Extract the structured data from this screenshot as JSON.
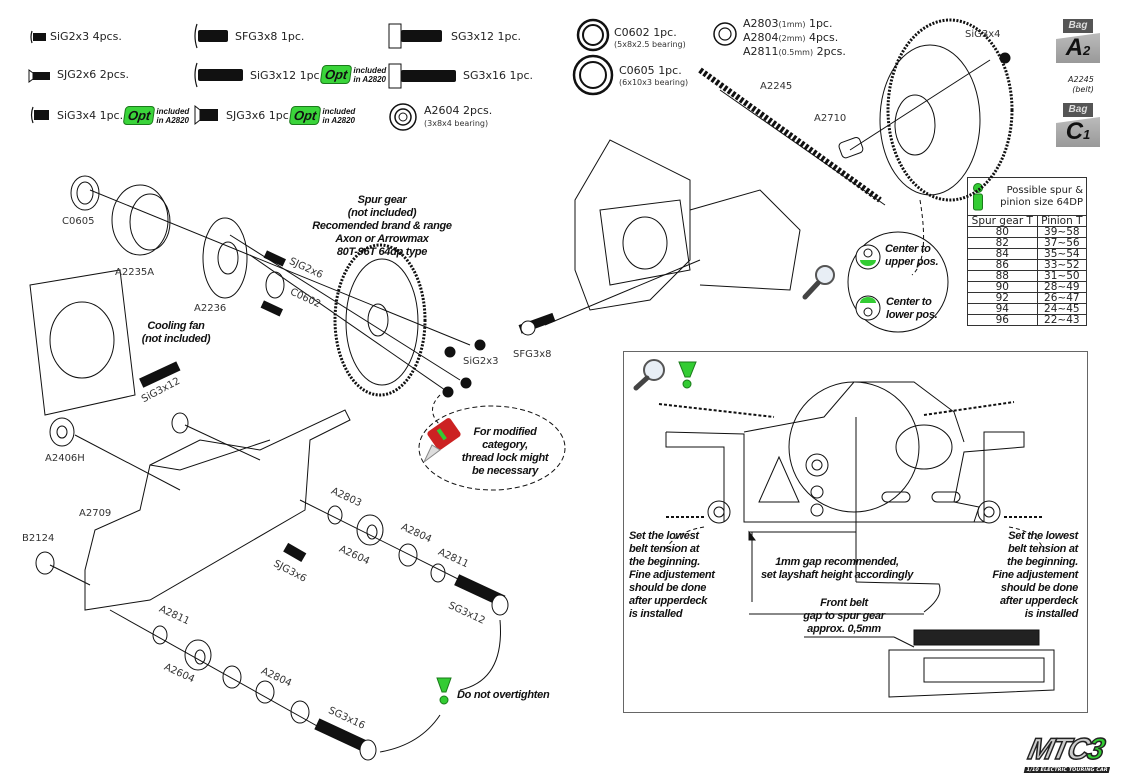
{
  "hardware": [
    {
      "code": "SiG2x3",
      "qty": "4pcs."
    },
    {
      "code": "SJG2x6",
      "qty": "2pcs."
    },
    {
      "code": "SiG3x4",
      "qty": "1pc.",
      "opt": true
    },
    {
      "code": "SFG3x8",
      "qty": "1pc."
    },
    {
      "code": "SiG3x12",
      "qty": "1pc.",
      "opt": true
    },
    {
      "code": "SJG3x6",
      "qty": "1pc.",
      "opt": true
    },
    {
      "code": "SG3x12",
      "qty": "1pc."
    },
    {
      "code": "SG3x16",
      "qty": "1pc."
    },
    {
      "code": "A2604",
      "qty": "2pcs.",
      "spec": "(3x8x4 bearing)"
    },
    {
      "code": "C0602",
      "qty": "1pc.",
      "spec": "(5x8x2.5 bearing)"
    },
    {
      "code": "C0605",
      "qty": "1pc.",
      "spec": "(6x10x3 bearing)"
    }
  ],
  "opt_badge": {
    "label": "Opt",
    "line1": "included",
    "line2": "in A2820"
  },
  "shims": [
    {
      "code": "A2803",
      "size": "(1mm)",
      "qty": "1pc."
    },
    {
      "code": "A2804",
      "size": "(2mm)",
      "qty": "4pcs."
    },
    {
      "code": "A2811",
      "size": "(0.5mm)",
      "qty": "2pcs."
    }
  ],
  "bags": [
    {
      "top": "Bag",
      "letter": "A",
      "num": "2",
      "caption1": "A2245",
      "caption2": "(belt)"
    },
    {
      "top": "Bag",
      "letter": "C",
      "num": "1"
    }
  ],
  "spur_table": {
    "header_note": "Possible spur & pinion size 64DP",
    "columns": [
      "Spur gear T",
      "Pinion T"
    ],
    "rows": [
      [
        "80",
        "39~58"
      ],
      [
        "82",
        "37~56"
      ],
      [
        "84",
        "35~54"
      ],
      [
        "86",
        "33~52"
      ],
      [
        "88",
        "31~50"
      ],
      [
        "90",
        "28~49"
      ],
      [
        "92",
        "26~47"
      ],
      [
        "94",
        "24~45"
      ],
      [
        "96",
        "22~43"
      ]
    ]
  },
  "part_labels": {
    "c0605": "C0605",
    "a2235a": "A2235A",
    "a2236": "A2236",
    "sjg2x6": "SJG2x6",
    "c0602": "C0602",
    "sig2x3": "SiG2x3",
    "sig3x12": "SiG3x12",
    "sfg3x8": "SFG3x8",
    "a2245": "A2245",
    "a2710": "A2710",
    "sig3x4": "SiG3x4",
    "a2406h": "A2406H",
    "a2709": "A2709",
    "b2124": "B2124",
    "sjg3x6": "SJG3x6",
    "a2803": "A2803",
    "a2604_top": "A2604",
    "a2804_top": "A2804",
    "a2811_top": "A2811",
    "sg3x12": "SG3x12",
    "a2811_bot": "A2811",
    "a2604_bot": "A2604",
    "a2804_bot": "A2804",
    "sg3x16": "SG3x16"
  },
  "notes": {
    "spur_gear": [
      "Spur gear",
      "(not included)",
      "Recomended brand & range",
      "Axon or Arrowmax",
      "80T-96T 64dp type"
    ],
    "cooling_fan": [
      "Cooling fan",
      "(not included)"
    ],
    "thread_lock": [
      "For modified",
      "category,",
      "thread lock might",
      "be necessary"
    ],
    "center_upper": [
      "Center to",
      "upper pos."
    ],
    "center_lower": [
      "Center to",
      "lower pos."
    ],
    "do_not_overtighten": "Do not overtighten",
    "belt_left": [
      "Set the lowest",
      "belt tension at",
      "the beginning.",
      "Fine adjustement",
      "should be done",
      "after upperdeck",
      "is installed"
    ],
    "belt_right": [
      "Set the lowest",
      "belt tension at",
      "the beginning.",
      "Fine adjustement",
      "should be done",
      "after upperdeck",
      "is installed"
    ],
    "gap": [
      "1mm gap recommended,",
      "set layshaft height accordingly"
    ],
    "front_belt": [
      "Front belt",
      "gap to spur gear",
      "approx. 0,5mm"
    ]
  },
  "logo": {
    "text": "MTC",
    "num": "3",
    "sub": "1/10 ELECTRIC TOURING CAR"
  },
  "colors": {
    "accent_green": "#33cc33",
    "opt_green": "#3ad43a",
    "threadlock_red": "#cc2222"
  }
}
